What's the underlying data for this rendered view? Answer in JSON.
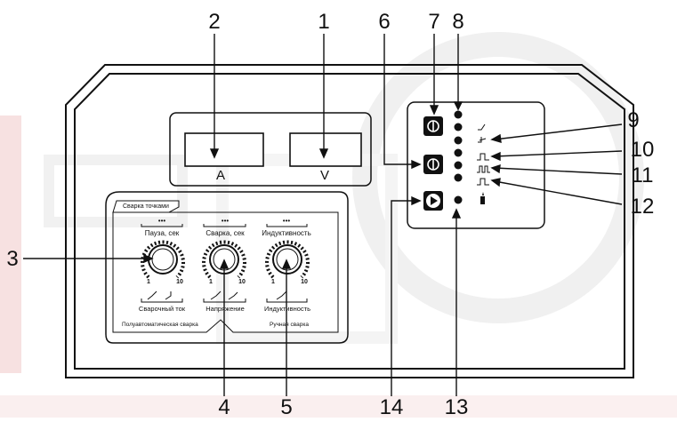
{
  "callouts": {
    "n1": "1",
    "n2": "2",
    "n3": "3",
    "n4": "4",
    "n5": "5",
    "n6": "6",
    "n7": "7",
    "n8": "8",
    "n9": "9",
    "n10": "10",
    "n11": "11",
    "n12": "12",
    "n13": "13",
    "n14": "14"
  },
  "meters": {
    "ammeter_unit": "A",
    "voltmeter_unit": "V"
  },
  "upper_section": {
    "title": "Сварка точками",
    "knob1": "Пауза, сек",
    "knob2": "Сварка, сек",
    "knob3": "Индуктивность",
    "dots": "•••"
  },
  "scale": {
    "min": "1",
    "max": "10"
  },
  "lower_section": {
    "knob1": "Сварочный ток",
    "knob2": "Напряжение",
    "knob3": "Индуктивность",
    "mode_left": "Полуавтоматическая сварка",
    "mode_right": "Ручная сварка"
  },
  "colors": {
    "line": "#111111",
    "watermark": "#d9d9d9",
    "accent": "#e8b4b4"
  }
}
